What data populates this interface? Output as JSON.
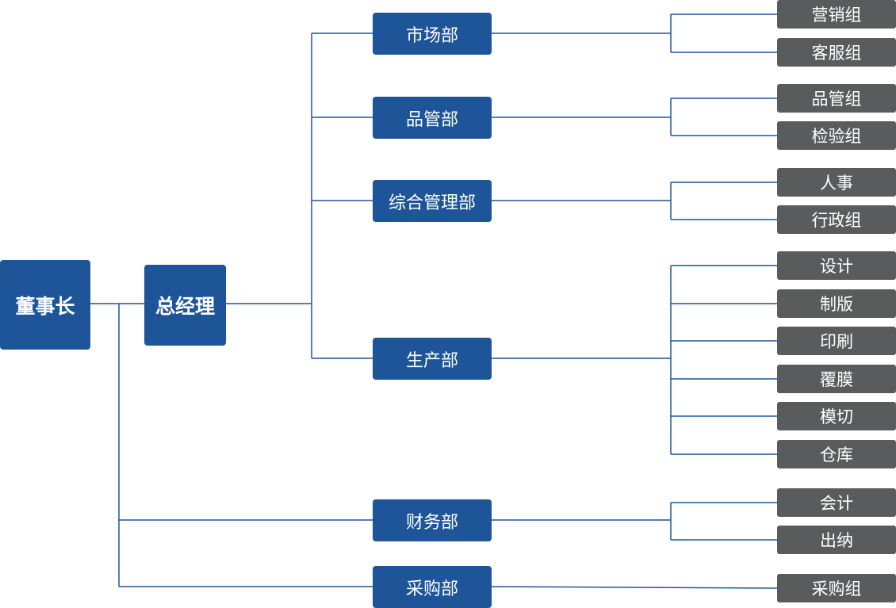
{
  "colors": {
    "primary": "#1d5598",
    "secondary": "#595b5d",
    "line": "#1d5598"
  },
  "chairman": "董事长",
  "general_manager": "总经理",
  "departments": [
    {
      "name": "市场部",
      "groups": [
        "营销组",
        "客服组"
      ]
    },
    {
      "name": "品管部",
      "groups": [
        "品管组",
        "检验组"
      ]
    },
    {
      "name": "综合管理部",
      "groups": [
        "人事",
        "行政组"
      ]
    },
    {
      "name": "生产部",
      "groups": [
        "设计",
        "制版",
        "印刷",
        "覆膜",
        "模切",
        "仓库"
      ]
    },
    {
      "name": "财务部",
      "groups": [
        "会计",
        "出纳"
      ]
    },
    {
      "name": "采购部",
      "groups": [
        "采购组"
      ]
    }
  ]
}
